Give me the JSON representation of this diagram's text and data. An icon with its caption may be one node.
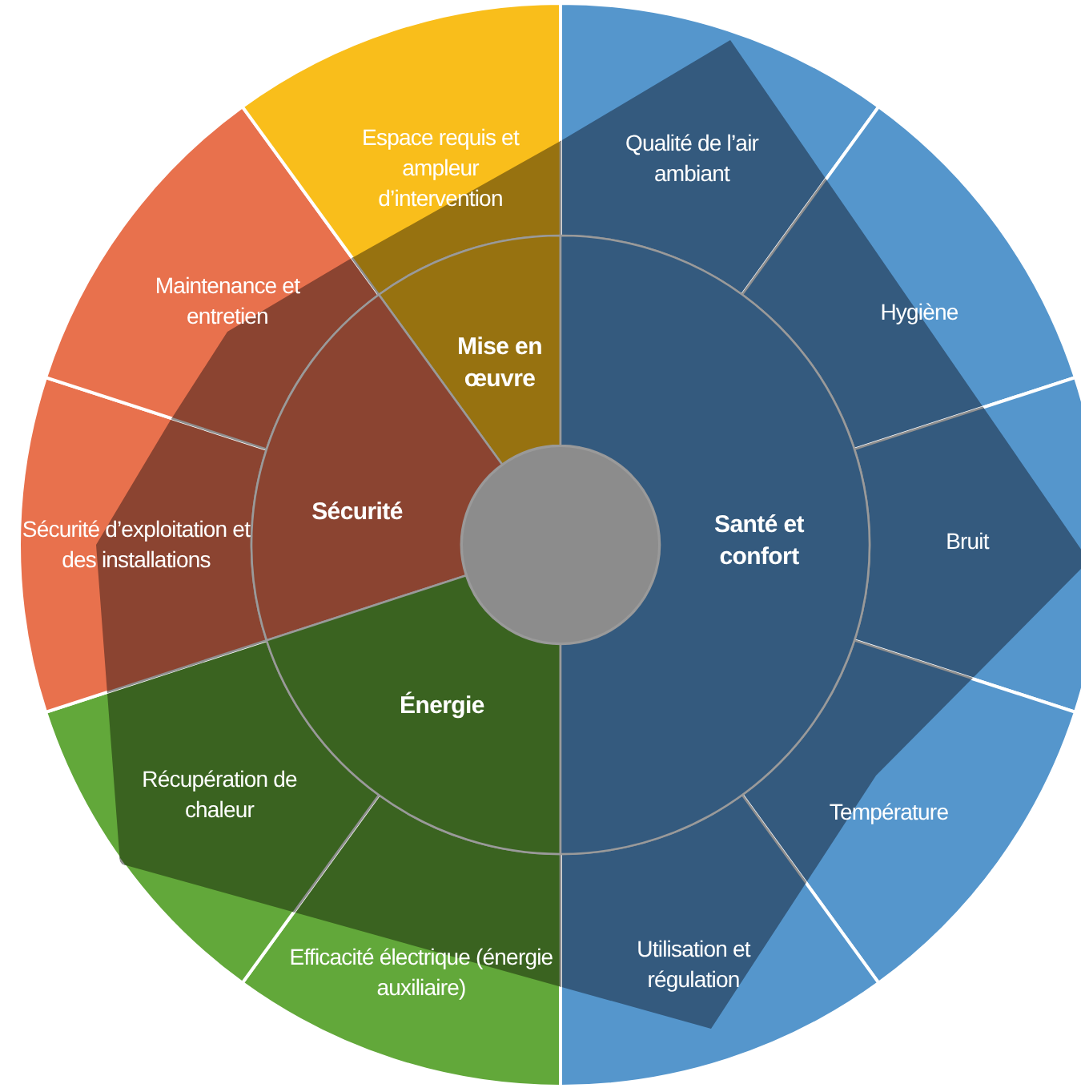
{
  "diagram": {
    "nodes": [
      {
        "text": [
          "Mise en œuvre"
        ]
      },
      {
        "text": [
          "Sécurité"
        ]
      },
      {
        "text": [
          "Énergie"
        ]
      },
      {
        "text": [
          "Santé et confort"
        ]
      },
      {
        "text": [
          "Qualité de l’air ambiant"
        ]
      },
      {
        "text": [
          "Hygiène"
        ]
      },
      {
        "text": [
          "Bruit"
        ]
      },
      {
        "text": [
          "Température"
        ]
      },
      {
        "text": [
          "Utilisation et régulation"
        ]
      },
      {
        "text": [
          "Efficacité électrique (énergie auxiliaire)"
        ]
      },
      {
        "text": [
          "Récupération de chaleur"
        ]
      },
      {
        "text": [
          "Sécurité d’exploitation et des installations"
        ]
      },
      {
        "text": [
          "Maintenance et entretien"
        ]
      },
      {
        "text": [
          "Espace requis et ampleur d’intervention"
        ]
      },
      {
        "text": [],
        "shape": "circle"
      }
    ]
  }
}
